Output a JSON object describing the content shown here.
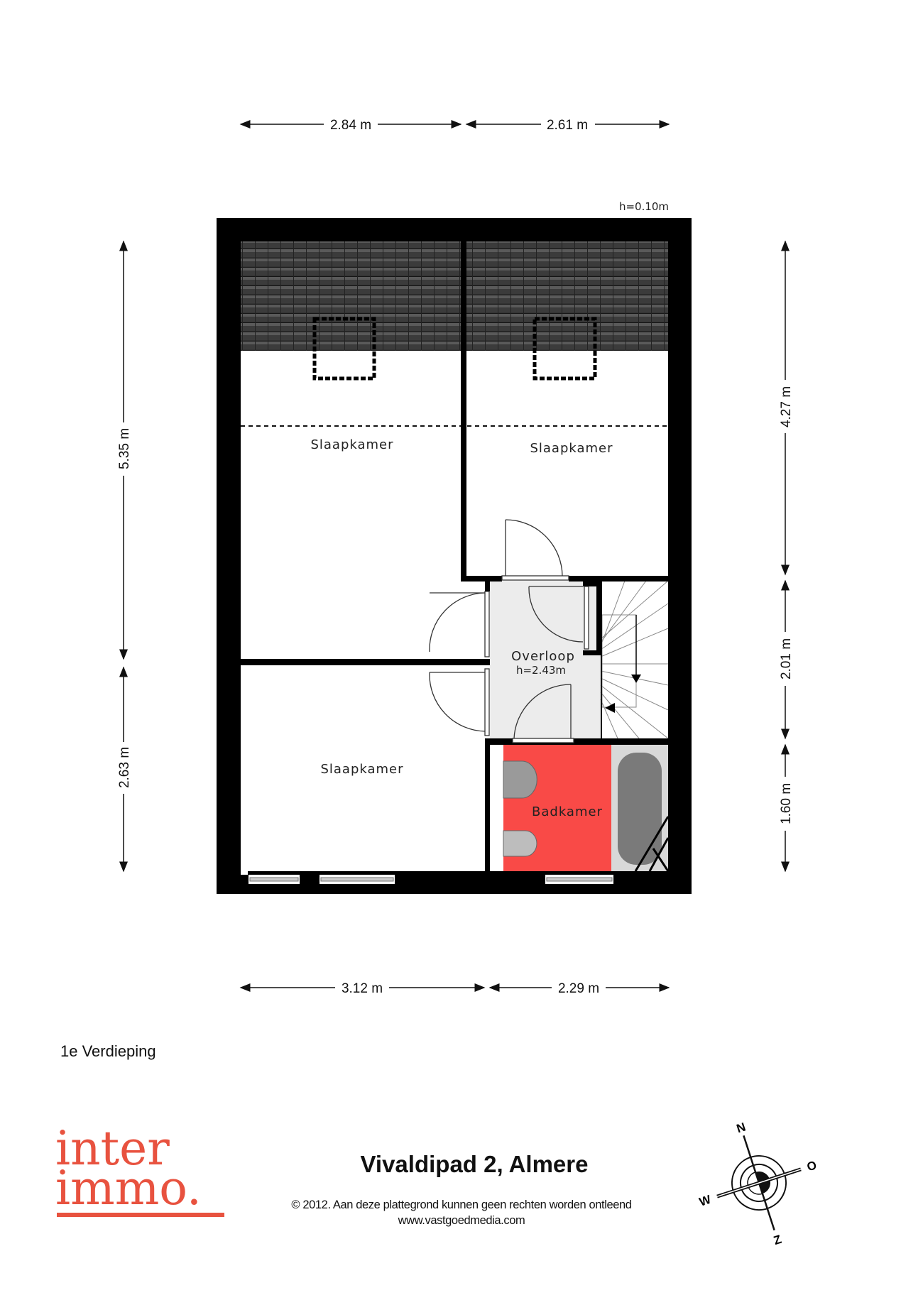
{
  "dimensions": {
    "top": [
      "2.84 m",
      "2.61 m"
    ],
    "bottom": [
      "3.12 m",
      "2.29 m"
    ],
    "left": [
      "5.35 m",
      "2.63 m"
    ],
    "right": [
      "4.27 m",
      "2.01 m",
      "1.60 m"
    ],
    "roof_height": "h=0.10m"
  },
  "rooms": {
    "bedroom_top_left": "Slaapkamer",
    "bedroom_top_right": "Slaapkamer",
    "bedroom_bottom": "Slaapkamer",
    "landing": "Overloop",
    "landing_height": "h=2.43m",
    "bathroom": "Badkamer"
  },
  "floor_label": "1e Verdieping",
  "logo": {
    "line1": "inter",
    "line2": "immo."
  },
  "address": "Vivaldipad 2, Almere",
  "copyright": "© 2012. Aan deze plattegrond kunnen geen rechten worden ontleend",
  "website": "www.vastgoedmedia.com",
  "compass": {
    "n": "N",
    "e": "O",
    "s": "Z",
    "w": "W"
  },
  "colors": {
    "bathroom": "#f94a47",
    "logo": "#e8523f",
    "landing": "#ececec"
  }
}
